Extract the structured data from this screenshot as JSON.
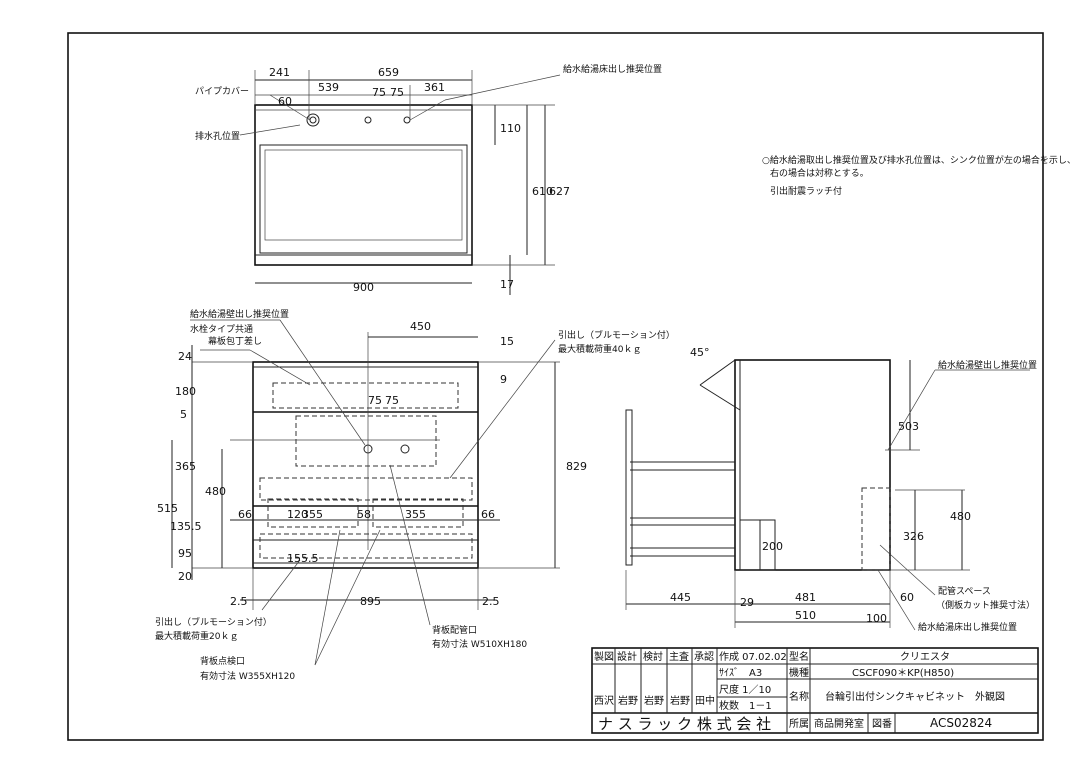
{
  "top_view": {
    "dims": {
      "d241": "241",
      "d659": "659",
      "d539": "539",
      "d75a": "75",
      "d75b": "75",
      "d361": "361",
      "d60": "60",
      "d110": "110",
      "d610": "610",
      "d627": "627",
      "d17": "17",
      "d900": "900"
    },
    "labels": {
      "pipe_cover": "パイプカバー",
      "drain_hole": "排水孔位置",
      "water_floor": "給水給湯床出し推奨位置"
    }
  },
  "notes": {
    "line1": "○給水給湯取出し推奨位置及び排水孔位置は、シンク位置が左の場合を示し、",
    "line2": "右の場合は対称とする。",
    "line3": "引出耐震ラッチ付"
  },
  "front_view": {
    "dims": {
      "d450": "450",
      "d15": "15",
      "d9": "9",
      "d24": "24",
      "d180": "180",
      "d5": "5",
      "d365": "365",
      "d480": "480",
      "d515": "515",
      "d1355": "135.5",
      "d95": "95",
      "d20": "20",
      "d66a": "66",
      "d66b": "66",
      "d120": "120",
      "d355a": "355",
      "d58": "58",
      "d355b": "355",
      "d155": "155.5",
      "d829": "829",
      "d25a": "2.5",
      "d895": "895",
      "d25b": "2.5",
      "d75a": "75",
      "d75b": "75"
    },
    "labels": {
      "wall_water": "給水給湯壁出し推奨位置",
      "faucet": "水栓タイプ共通",
      "fascia": "幕板包丁差し",
      "drawer": "引出し（ブルモーション付）",
      "drawer_load": "最大積載荷重40ｋｇ",
      "drawer2": "引出し（ブルモーション付）",
      "drawer2_load": "最大積載荷重20ｋｇ",
      "back_pipe": "背板配管口",
      "back_pipe_size": "有効寸法 W510XH180",
      "back_inspect": "背板点検口",
      "back_inspect_size": "有効寸法 W355XH120"
    }
  },
  "side_view": {
    "dims": {
      "d45": "45°",
      "d503": "503",
      "d480": "480",
      "d326": "326",
      "d200": "200",
      "d445": "445",
      "d29": "29",
      "d481": "481",
      "d60": "60",
      "d510": "510",
      "d100": "100"
    },
    "labels": {
      "wall_water": "給水給湯壁出し推奨位置",
      "pipe_space": "配管スペース",
      "pipe_space_sub": "（側板カット推奨寸法）",
      "floor_water": "給水給湯床出し推奨位置"
    }
  },
  "title_block": {
    "h_drafting": "製図",
    "h_design": "設計",
    "h_review": "検討",
    "h_chief": "主査",
    "h_approve": "承認",
    "created": "作成 07.02.02",
    "size": "ｻｲｽﾞ　A3",
    "scale": "尺度 1／10",
    "sheets": "枚数　1－1",
    "s1": "西沢",
    "s2": "岩野",
    "s3": "岩野",
    "s4": "岩野",
    "s5": "田中",
    "model_name_label": "型名",
    "model_name": "クリエスタ",
    "model_no_label": "機種",
    "model_no": "CSCF090＊KP(H850)",
    "name_label": "名称",
    "name": "台輪引出付シンクキャビネット　外観図",
    "company": "ナ ス ラ ッ ク 株 式 会 社",
    "dept_label": "所属",
    "dept": "商品開発室",
    "drawing_no_label": "図番",
    "drawing_no": "ACS02824"
  }
}
